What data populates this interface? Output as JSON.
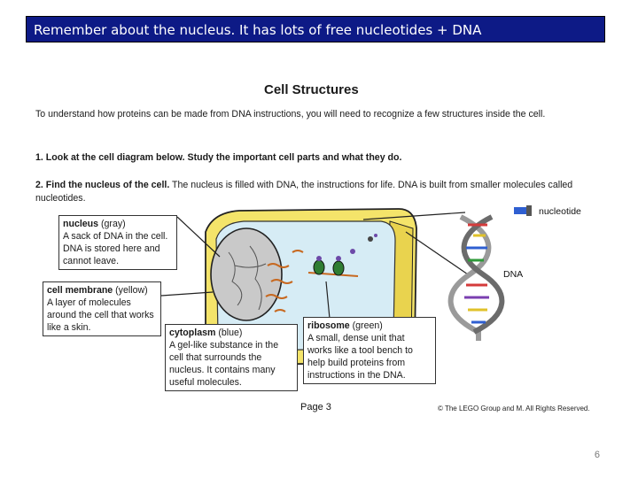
{
  "slide": {
    "title": "Remember about the nucleus.  It has lots of free nucleotides + DNA",
    "number": "6"
  },
  "worksheet": {
    "title": "Cell Structures",
    "intro": "To understand how proteins can be made from DNA instructions, you will need to recognize a few structures inside the cell.",
    "step1": "1. Look at the cell diagram below.  Study the important cell parts and what they do.",
    "step2_bold": "2. Find the nucleus of the cell.",
    "step2_rest": "  The nucleus is filled with DNA, the instructions for life.  DNA is built from smaller molecules called nucleotides.",
    "page": "Page 3",
    "copyright": "© The LEGO Group and M.  All Rights Reserved."
  },
  "callouts": {
    "nucleus": {
      "name": "nucleus",
      "color": "(gray)",
      "desc": "A sack of DNA in the cell.  DNA is stored here and cannot leave."
    },
    "membrane": {
      "name": "cell membrane",
      "color": "(yellow)",
      "desc": "A layer of molecules around the cell that works like a skin."
    },
    "cytoplasm": {
      "name": "cytoplasm",
      "color": "(blue)",
      "desc": "A gel-like substance in the cell that surrounds the nucleus.  It contains many useful molecules."
    },
    "ribosome": {
      "name": "ribosome",
      "color": "(green)",
      "desc": "A small, dense unit that works like a tool bench to help build proteins from instructions in the DNA."
    }
  },
  "labels": {
    "nucleotide": "nucleotide",
    "dna": "DNA"
  },
  "colors": {
    "banner": "#0d1a86",
    "membrane": "#f4e46a",
    "cytoplasm": "#d6ecf5",
    "nucleus": "#c9c9c9"
  }
}
